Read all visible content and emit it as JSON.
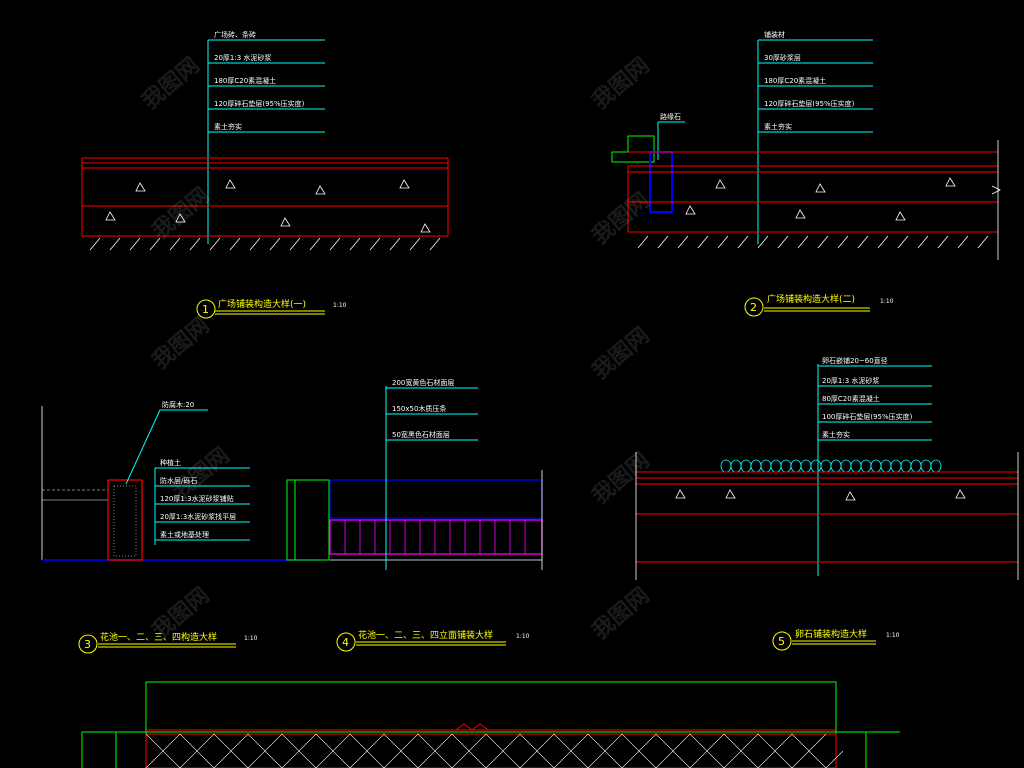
{
  "details": [
    {
      "number": "1",
      "title": "广场铺装构造大样(一)",
      "scale": "1:10",
      "layers": [
        "广场砖、条砖",
        "20厚1:3 水泥砂浆",
        "180厚C20素混凝土",
        "120厚碎石垫层(95%压实度)",
        "素土夯实"
      ]
    },
    {
      "number": "2",
      "title": "广场铺装构造大样(二)",
      "scale": "1:10",
      "curb_label": "路缘石",
      "layers": [
        "铺装材",
        "30厚砂浆层",
        "180厚C20素混凝土",
        "120厚碎石垫层(95%压实度)",
        "素土夯实"
      ]
    },
    {
      "number": "3",
      "title": "花池一、二、三、四构造大样",
      "scale": "1:10",
      "wall_label": "防腐木:20",
      "layers": [
        "种植土",
        "防水层/砾石",
        "120厚1:3水泥砂浆铺贴",
        "20厚1:3水泥砂浆找平层",
        "素土或地基处理"
      ]
    },
    {
      "number": "4",
      "title": "花池一、二、三、四立面铺装大样",
      "scale": "1:10",
      "layers": [
        "200宽黄色石材面层",
        "150x50木质压条",
        "50宽黑色石材面层"
      ]
    },
    {
      "number": "5",
      "title": "卵石铺装构造大样",
      "scale": "1:10",
      "layers": [
        "卵石嵌铺20~60直径",
        "20厚1:3 水泥砂浆",
        "80厚C20素混凝土",
        "100厚碎石垫层(95%压实度)",
        "素土夯实"
      ]
    }
  ],
  "watermark": "我图网",
  "colors": {
    "background": "#000000",
    "leader": "#00ffff",
    "section_line": "#ff0000",
    "outline": "#ffffff",
    "title": "#ffff00",
    "curb": "#0000ff",
    "edging": "#ff00ff",
    "frame": "#00ff00"
  }
}
